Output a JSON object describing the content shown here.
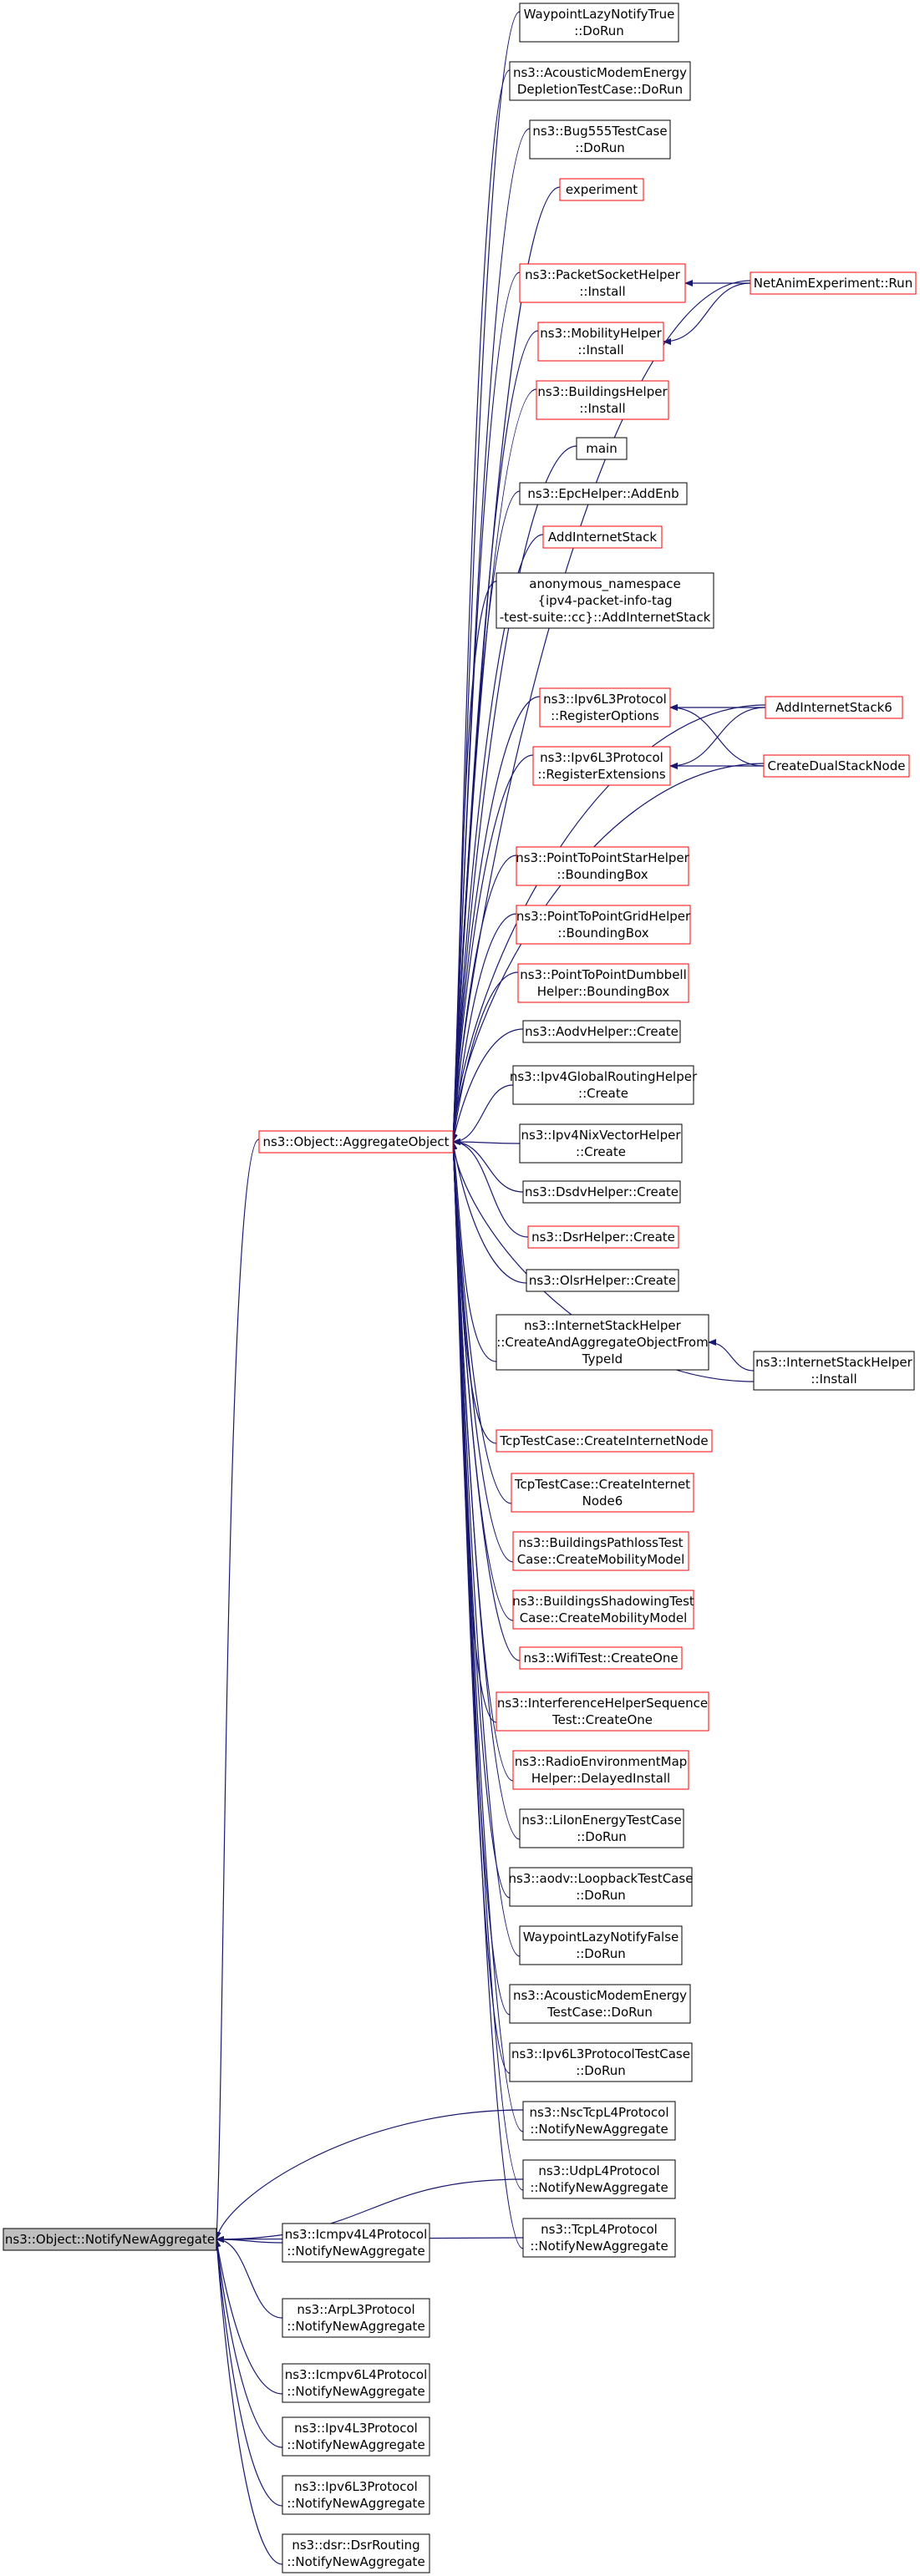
{
  "colors": {
    "edge": "#191970",
    "border_normal": "#000000",
    "border_red": "#ff0000",
    "root_fill": "#bfbfbf"
  },
  "nodes": {
    "notify_root": {
      "lines": [
        "ns3::Object::NotifyNewAggregate"
      ]
    },
    "aggregate_object": {
      "lines": [
        "ns3::Object::AggregateObject"
      ]
    },
    "waypoint_true": {
      "lines": [
        "WaypointLazyNotifyTrue",
        "::DoRun"
      ]
    },
    "acoustic_depletion": {
      "lines": [
        "ns3::AcousticModemEnergy",
        "DepletionTestCase::DoRun"
      ]
    },
    "bug555": {
      "lines": [
        "ns3::Bug555TestCase",
        "::DoRun"
      ]
    },
    "experiment": {
      "lines": [
        "experiment"
      ]
    },
    "packet_socket": {
      "lines": [
        "ns3::PacketSocketHelper",
        "::Install"
      ]
    },
    "netanim": {
      "lines": [
        "NetAnimExperiment::Run"
      ]
    },
    "mobility_helper": {
      "lines": [
        "ns3::MobilityHelper",
        "::Install"
      ]
    },
    "buildings_helper": {
      "lines": [
        "ns3::BuildingsHelper",
        "::Install"
      ]
    },
    "main": {
      "lines": [
        "main"
      ]
    },
    "epc_helper": {
      "lines": [
        "ns3::EpcHelper::AddEnb"
      ]
    },
    "add_internet_stack": {
      "lines": [
        "AddInternetStack"
      ]
    },
    "anon_namespace": {
      "lines": [
        "anonymous_namespace",
        "{ipv4-packet-info-tag",
        "-test-suite::cc}::AddInternetStack"
      ]
    },
    "ipv6l3_options": {
      "lines": [
        "ns3::Ipv6L3Protocol",
        "::RegisterOptions"
      ]
    },
    "add_internet_stack6": {
      "lines": [
        "AddInternetStack6"
      ]
    },
    "ipv6l3_extensions": {
      "lines": [
        "ns3::Ipv6L3Protocol",
        "::RegisterExtensions"
      ]
    },
    "create_dual_stack": {
      "lines": [
        "CreateDualStackNode"
      ]
    },
    "p2p_star": {
      "lines": [
        "ns3::PointToPointStarHelper",
        "::BoundingBox"
      ]
    },
    "p2p_grid": {
      "lines": [
        "ns3::PointToPointGridHelper",
        "::BoundingBox"
      ]
    },
    "p2p_dumbbell": {
      "lines": [
        "ns3::PointToPointDumbbell",
        "Helper::BoundingBox"
      ]
    },
    "aodv_helper": {
      "lines": [
        "ns3::AodvHelper::Create"
      ]
    },
    "ipv4_global": {
      "lines": [
        "ns3::Ipv4GlobalRoutingHelper",
        "::Create"
      ]
    },
    "ipv4_nix": {
      "lines": [
        "ns3::Ipv4NixVectorHelper",
        "::Create"
      ]
    },
    "dsdv_helper": {
      "lines": [
        "ns3::DsdvHelper::Create"
      ]
    },
    "dsr_helper": {
      "lines": [
        "ns3::DsrHelper::Create"
      ]
    },
    "olsr_helper": {
      "lines": [
        "ns3::OlsrHelper::Create"
      ]
    },
    "inet_stack_create": {
      "lines": [
        "ns3::InternetStackHelper",
        "::CreateAndAggregateObjectFrom",
        "TypeId"
      ]
    },
    "inet_stack_install": {
      "lines": [
        "ns3::InternetStackHelper",
        "::Install"
      ]
    },
    "tcp_create_node": {
      "lines": [
        "TcpTestCase::CreateInternetNode"
      ]
    },
    "tcp_create_node6": {
      "lines": [
        "TcpTestCase::CreateInternet",
        "Node6"
      ]
    },
    "buildings_pathloss": {
      "lines": [
        "ns3::BuildingsPathlossTest",
        "Case::CreateMobilityModel"
      ]
    },
    "buildings_shadowing": {
      "lines": [
        "ns3::BuildingsShadowingTest",
        "Case::CreateMobilityModel"
      ]
    },
    "wifi_test": {
      "lines": [
        "ns3::WifiTest::CreateOne"
      ]
    },
    "interference_helper": {
      "lines": [
        "ns3::InterferenceHelperSequence",
        "Test::CreateOne"
      ]
    },
    "radio_env_map": {
      "lines": [
        "ns3::RadioEnvironmentMap",
        "Helper::DelayedInstall"
      ]
    },
    "liion": {
      "lines": [
        "ns3::LiIonEnergyTestCase",
        "::DoRun"
      ]
    },
    "aodv_loopback": {
      "lines": [
        "ns3::aodv::LoopbackTestCase",
        "::DoRun"
      ]
    },
    "waypoint_false": {
      "lines": [
        "WaypointLazyNotifyFalse",
        "::DoRun"
      ]
    },
    "acoustic_testcase": {
      "lines": [
        "ns3::AcousticModemEnergy",
        "TestCase::DoRun"
      ]
    },
    "ipv6l3_testcase": {
      "lines": [
        "ns3::Ipv6L3ProtocolTestCase",
        "::DoRun"
      ]
    },
    "nsc_tcp": {
      "lines": [
        "ns3::NscTcpL4Protocol",
        "::NotifyNewAggregate"
      ]
    },
    "udp_l4": {
      "lines": [
        "ns3::UdpL4Protocol",
        "::NotifyNewAggregate"
      ]
    },
    "tcp_l4": {
      "lines": [
        "ns3::TcpL4Protocol",
        "::NotifyNewAggregate"
      ]
    },
    "icmpv4_l4": {
      "lines": [
        "ns3::Icmpv4L4Protocol",
        "::NotifyNewAggregate"
      ]
    },
    "arp_l3": {
      "lines": [
        "ns3::ArpL3Protocol",
        "::NotifyNewAggregate"
      ]
    },
    "icmpv6_l4": {
      "lines": [
        "ns3::Icmpv6L4Protocol",
        "::NotifyNewAggregate"
      ]
    },
    "ipv4_l3": {
      "lines": [
        "ns3::Ipv4L3Protocol",
        "::NotifyNewAggregate"
      ]
    },
    "ipv6_l3": {
      "lines": [
        "ns3::Ipv6L3Protocol",
        "::NotifyNewAggregate"
      ]
    },
    "dsr_routing": {
      "lines": [
        "ns3::dsr::DsrRouting",
        "::NotifyNewAggregate"
      ]
    }
  }
}
